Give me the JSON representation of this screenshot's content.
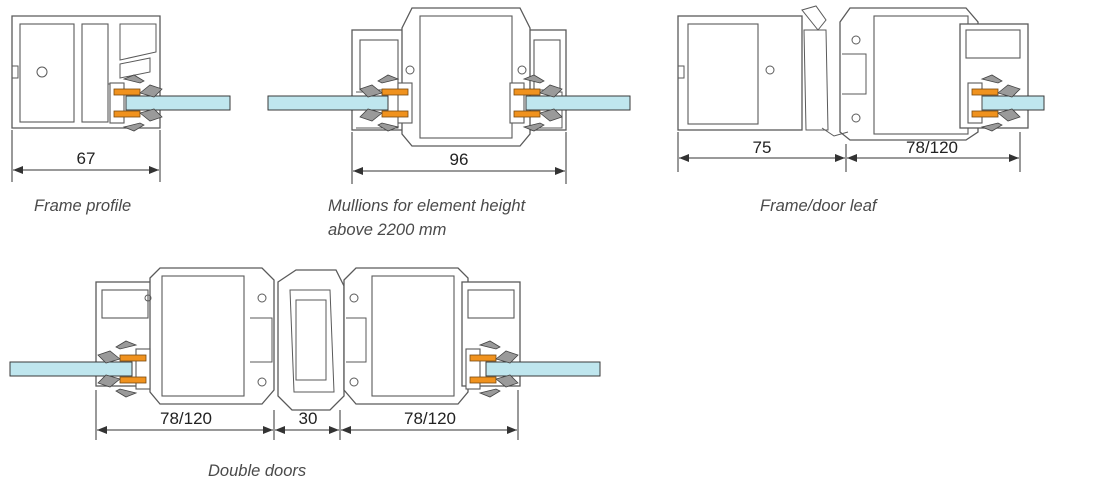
{
  "colors": {
    "glass": "#bfe6ee",
    "thermal_break": "#f0921e",
    "gasket": "#9a9a9a",
    "outline": "#5a5a5a"
  },
  "drawings": [
    {
      "caption": "Frame profile",
      "dimensions": [
        "67"
      ]
    },
    {
      "caption": "Mullions for element height above 2200 mm",
      "dimensions": [
        "96"
      ]
    },
    {
      "caption": "Frame/door leaf",
      "dimensions": [
        "75",
        "78/120"
      ]
    },
    {
      "caption": "Double doors",
      "dimensions": [
        "78/120",
        "30",
        "78/120"
      ]
    }
  ],
  "captions": {
    "frame_profile": "Frame profile",
    "mullions_line1": "Mullions for element height",
    "mullions_line2": "above 2200 mm",
    "frame_door_leaf": "Frame/door leaf",
    "double_doors": "Double doors"
  },
  "dims": {
    "frame_width": "67",
    "mullion_width": "96",
    "frame_part": "75",
    "leaf_part": "78/120",
    "dd_left": "78/120",
    "dd_mid": "30",
    "dd_right": "78/120"
  }
}
